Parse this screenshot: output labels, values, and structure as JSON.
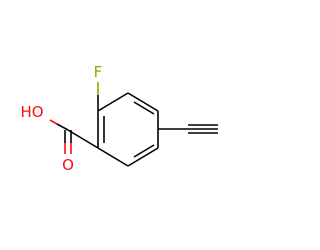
{
  "molecule": {
    "atom_labels": {
      "fluorine": "F",
      "hydroxyl": "HO",
      "carbonyl_oxygen": "O"
    },
    "colors": {
      "carbon_bonds": "#000000",
      "oxygen": "#ff0d0d",
      "fluorine": "#7fb000"
    }
  }
}
